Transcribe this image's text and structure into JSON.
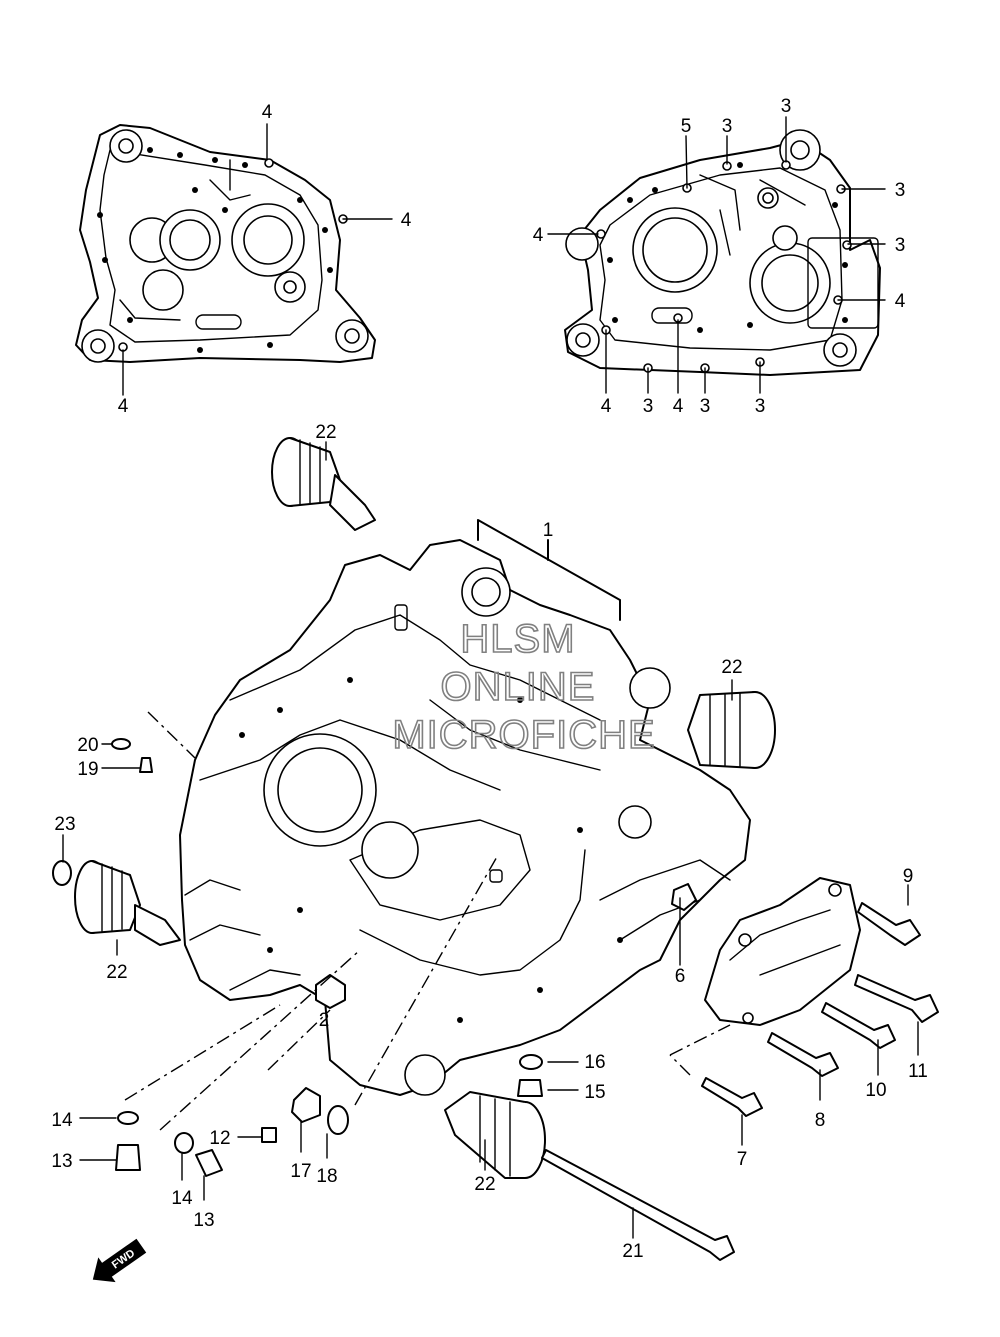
{
  "watermark": {
    "line1": "HLSM",
    "line2": "ONLINE",
    "line3": "MICROFICHE"
  },
  "fwd_indicator": {
    "text": "FWD",
    "icon": "fwd-arrow-icon"
  },
  "callouts": [
    "4",
    "4",
    "4",
    "5",
    "3",
    "3",
    "3",
    "3",
    "4",
    "4",
    "4",
    "3",
    "4",
    "3",
    "3",
    "22",
    "1",
    "22",
    "20",
    "19",
    "23",
    "22",
    "2",
    "6",
    "9",
    "16",
    "15",
    "11",
    "10",
    "8",
    "14",
    "13",
    "12",
    "17",
    "18",
    "14",
    "13",
    "22",
    "7",
    "21"
  ],
  "colors": {
    "line": "#000000",
    "background": "#ffffff",
    "watermark": "#808080"
  }
}
